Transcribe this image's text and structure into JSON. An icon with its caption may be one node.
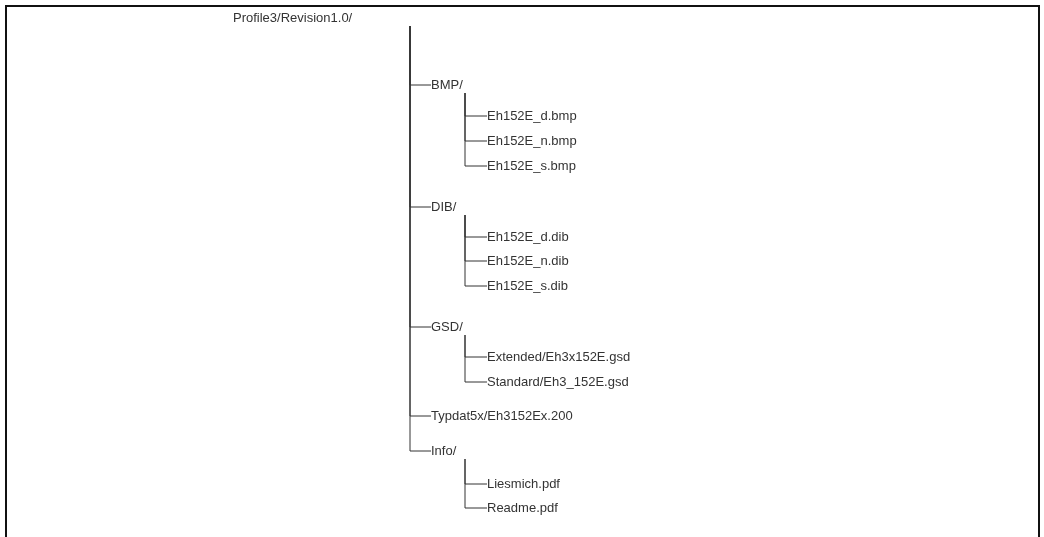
{
  "diagram": {
    "nodes": [
      {
        "text": [
          "Profile3/Revision1.0/"
        ]
      },
      {
        "text": [
          "BMP/"
        ]
      },
      {
        "text": [
          "Eh152E_d.bmp"
        ]
      },
      {
        "text": [
          "Eh152E_n.bmp"
        ]
      },
      {
        "text": [
          "Eh152E_s.bmp"
        ]
      },
      {
        "text": [
          "DIB/"
        ]
      },
      {
        "text": [
          "Eh152E_d.dib"
        ]
      },
      {
        "text": [
          "Eh152E_n.dib"
        ]
      },
      {
        "text": [
          "Eh152E_s.dib"
        ]
      },
      {
        "text": [
          "GSD/"
        ]
      },
      {
        "text": [
          "Extended/Eh3x152E.gsd"
        ]
      },
      {
        "text": [
          "Standard/Eh3_152E.gsd"
        ]
      },
      {
        "text": [
          "Typdat5x/Eh3152Ex.200"
        ]
      },
      {
        "text": [
          "Info/"
        ]
      },
      {
        "text": [
          "Liesmich.pdf"
        ]
      },
      {
        "text": [
          "Readme.pdf"
        ]
      }
    ],
    "edges": [
      {
        "from": 0,
        "to": 1,
        "arrow": "none"
      },
      {
        "from": 1,
        "to": 2,
        "arrow": "none"
      },
      {
        "from": 1,
        "to": 3,
        "arrow": "none"
      },
      {
        "from": 1,
        "to": 4,
        "arrow": "none"
      },
      {
        "from": 0,
        "to": 5,
        "arrow": "none"
      },
      {
        "from": 5,
        "to": 6,
        "arrow": "none"
      },
      {
        "from": 5,
        "to": 7,
        "arrow": "none"
      },
      {
        "from": 5,
        "to": 8,
        "arrow": "none"
      },
      {
        "from": 0,
        "to": 9,
        "arrow": "none"
      },
      {
        "from": 9,
        "to": 10,
        "arrow": "none"
      },
      {
        "from": 9,
        "to": 11,
        "arrow": "none"
      },
      {
        "from": 0,
        "to": 12,
        "arrow": "none"
      },
      {
        "from": 0,
        "to": 13,
        "arrow": "none"
      },
      {
        "from": 13,
        "to": 14,
        "arrow": "none"
      },
      {
        "from": 13,
        "to": 15,
        "arrow": "none"
      }
    ]
  }
}
